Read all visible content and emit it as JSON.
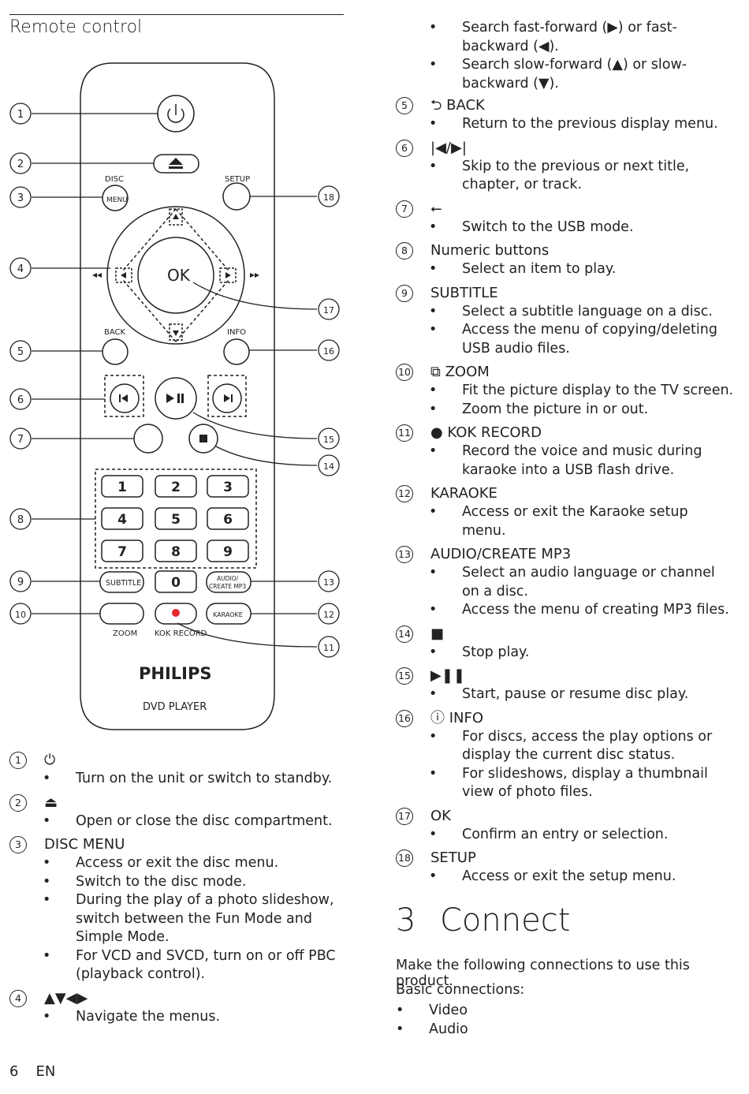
{
  "section_title": "Remote control",
  "remote": {
    "labels": {
      "disc": "DISC",
      "menu": "MENU",
      "setup": "SETUP",
      "ok": "OK",
      "back": "BACK",
      "info": "INFO",
      "subtitle": "SUBTITLE",
      "audio_line1": "AUDIO/",
      "audio_line2": "CREATE MP3",
      "karaoke": "KARAOKE",
      "zoom": "ZOOM",
      "kok_record": "KOK RECORD",
      "brand": "PHILIPS",
      "product": "DVD PLAYER",
      "digits": [
        "1",
        "2",
        "3",
        "4",
        "5",
        "6",
        "7",
        "8",
        "9",
        "0"
      ]
    },
    "callouts": [
      "1",
      "2",
      "3",
      "4",
      "5",
      "6",
      "7",
      "8",
      "9",
      "10",
      "11",
      "12",
      "13",
      "14",
      "15",
      "16",
      "17",
      "18"
    ],
    "colors": {
      "record_dot": "#e8262b",
      "outline": "#222222"
    }
  },
  "left_items": [
    {
      "num": "1",
      "head": "⏻",
      "bullets": [
        "Turn on the unit or switch to standby."
      ]
    },
    {
      "num": "2",
      "head": "⏏",
      "bullets": [
        "Open or close the disc compartment."
      ]
    },
    {
      "num": "3",
      "head": "DISC MENU",
      "bullets": [
        "Access or exit the disc menu.",
        "Switch to the disc mode.",
        "During the play of a photo slideshow, switch between the Fun Mode and Simple Mode.",
        "For VCD and SVCD, turn on or off PBC (playback control)."
      ]
    },
    {
      "num": "4",
      "head": "▲▼◀▶",
      "bullets": [
        "Navigate the menus."
      ]
    }
  ],
  "right_continuation": [
    "Search fast-forward (▶) or fast-backward (◀).",
    "Search slow-forward (▲) or slow-backward (▼)."
  ],
  "right_items": [
    {
      "num": "5",
      "head": "⮌ BACK",
      "bullets": [
        "Return to the previous display menu."
      ]
    },
    {
      "num": "6",
      "head": "|◀/▶|",
      "bullets": [
        "Skip to the previous or next title, chapter, or track."
      ]
    },
    {
      "num": "7",
      "head": "⭠",
      "bullets": [
        "Switch to the USB mode."
      ]
    },
    {
      "num": "8",
      "head": "Numeric buttons",
      "bullets": [
        "Select an item to play."
      ]
    },
    {
      "num": "9",
      "head": "SUBTITLE",
      "bullets": [
        "Select a subtitle language on a disc.",
        "Access the menu of copying/deleting USB audio files."
      ]
    },
    {
      "num": "10",
      "head": "⧉ ZOOM",
      "bullets": [
        "Fit the picture display to the TV screen.",
        "Zoom the picture in or out."
      ]
    },
    {
      "num": "11",
      "head": "● KOK RECORD",
      "bullets": [
        "Record the voice and music during karaoke into a USB flash drive."
      ]
    },
    {
      "num": "12",
      "head": "KARAOKE",
      "bullets": [
        "Access or exit the Karaoke setup menu."
      ]
    },
    {
      "num": "13",
      "head": "AUDIO/CREATE MP3",
      "bullets": [
        "Select an audio language or channel on a disc.",
        "Access the menu of creating MP3 files."
      ]
    },
    {
      "num": "14",
      "head": "■",
      "bullets": [
        "Stop play."
      ]
    },
    {
      "num": "15",
      "head": "▶❚❚",
      "bullets": [
        "Start, pause or resume disc play."
      ]
    },
    {
      "num": "16",
      "head": "ⓘ INFO",
      "bullets": [
        "For discs, access the play options or display the current disc status.",
        "For slideshows, display a thumbnail view of photo files."
      ]
    },
    {
      "num": "17",
      "head": "OK",
      "bullets": [
        "Confirm an entry or selection."
      ]
    },
    {
      "num": "18",
      "head": "SETUP",
      "bullets": [
        "Access or exit the setup menu."
      ]
    }
  ],
  "chapter": {
    "number": "3",
    "title": "Connect"
  },
  "connect_text": "Make the following connections to use this product.",
  "basic_heading": "Basic connections:",
  "basic_list": [
    "Video",
    "Audio"
  ],
  "footer": {
    "page": "6",
    "lang": "EN"
  }
}
